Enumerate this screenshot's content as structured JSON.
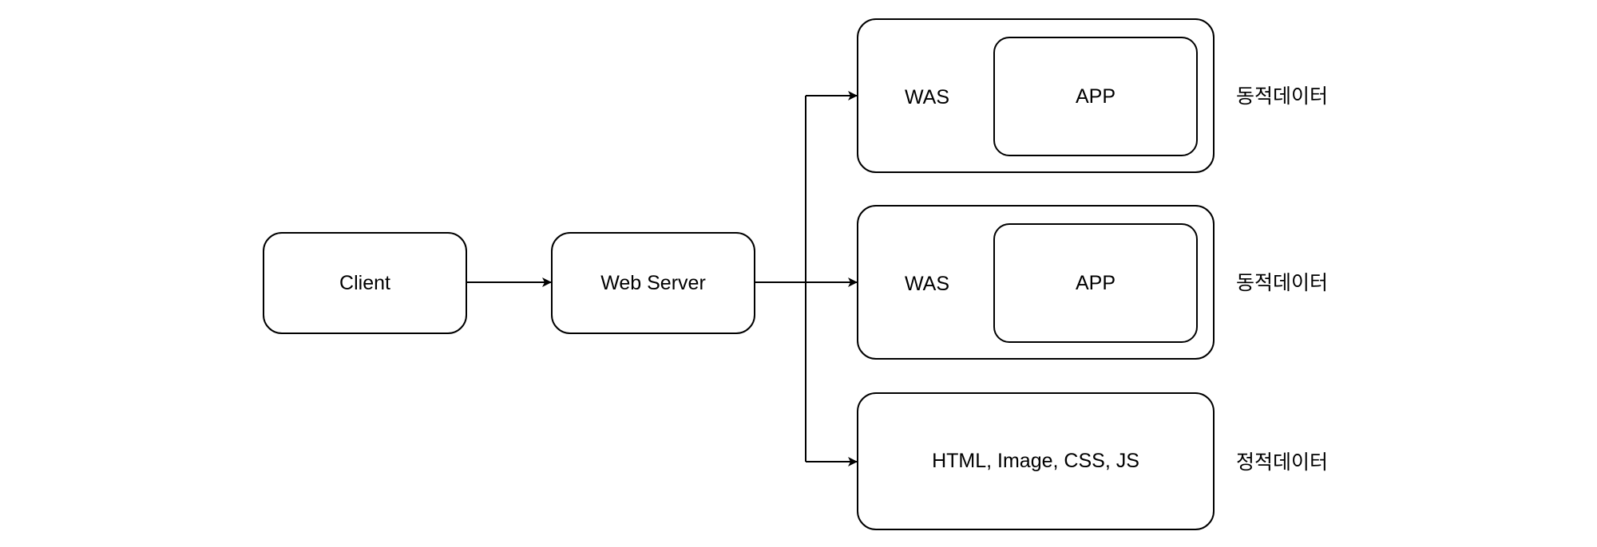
{
  "nodes": {
    "client": {
      "label": "Client"
    },
    "web_server": {
      "label": "Web Server"
    },
    "was_1": {
      "label": "WAS",
      "app": "APP",
      "note": "동적데이터"
    },
    "was_2": {
      "label": "WAS",
      "app": "APP",
      "note": "동적데이터"
    },
    "static": {
      "label": "HTML, Image, CSS, JS",
      "note": "정적데이터"
    }
  },
  "colors": {
    "stroke": "#000000",
    "background": "#ffffff"
  }
}
